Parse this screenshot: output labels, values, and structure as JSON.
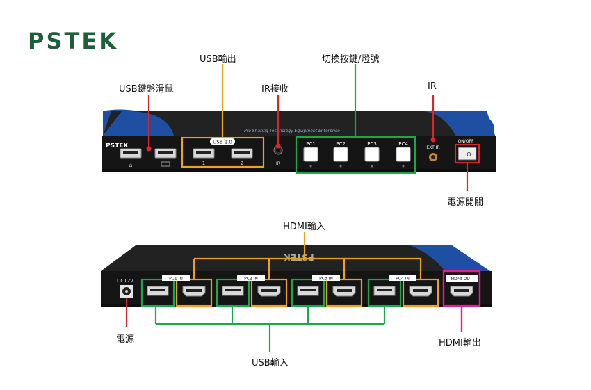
{
  "brand": {
    "logo_text": "PSTEK"
  },
  "front_panel": {
    "brand_label": "PSTEK",
    "usb_group_label": "USB 2.0",
    "usb_port_1": "1",
    "usb_port_2": "2",
    "ir_label": "IR",
    "ext_ir_label": "EXT IR",
    "power_switch_label": "ON/OFF",
    "buttons": [
      "PC1",
      "PC2",
      "PC3",
      "PC4"
    ]
  },
  "rear_panel": {
    "dc_label": "DC12V",
    "inputs": [
      "PC1 IN",
      "PC2 IN",
      "PC3 IN",
      "PC4 IN"
    ],
    "hdmi_out_label": "HDMI OUT"
  },
  "callouts": {
    "usb_kb_mouse": "USB鍵盤滑鼠",
    "usb_output": "USB輸出",
    "ir_receiver": "IR接收",
    "switch_buttons": "切換按鍵/燈號",
    "ir": "IR",
    "power_switch": "電源開關",
    "hdmi_input": "HDMI輸入",
    "power": "電源",
    "usb_input": "USB輸入",
    "hdmi_output": "HDMI輸出"
  },
  "colors": {
    "red": "#d7262c",
    "orange": "#f0a020",
    "green": "#1fa64a",
    "magenta": "#e0218a",
    "device_blue": "#1f4fa3",
    "device_black": "#1a1a1a"
  }
}
